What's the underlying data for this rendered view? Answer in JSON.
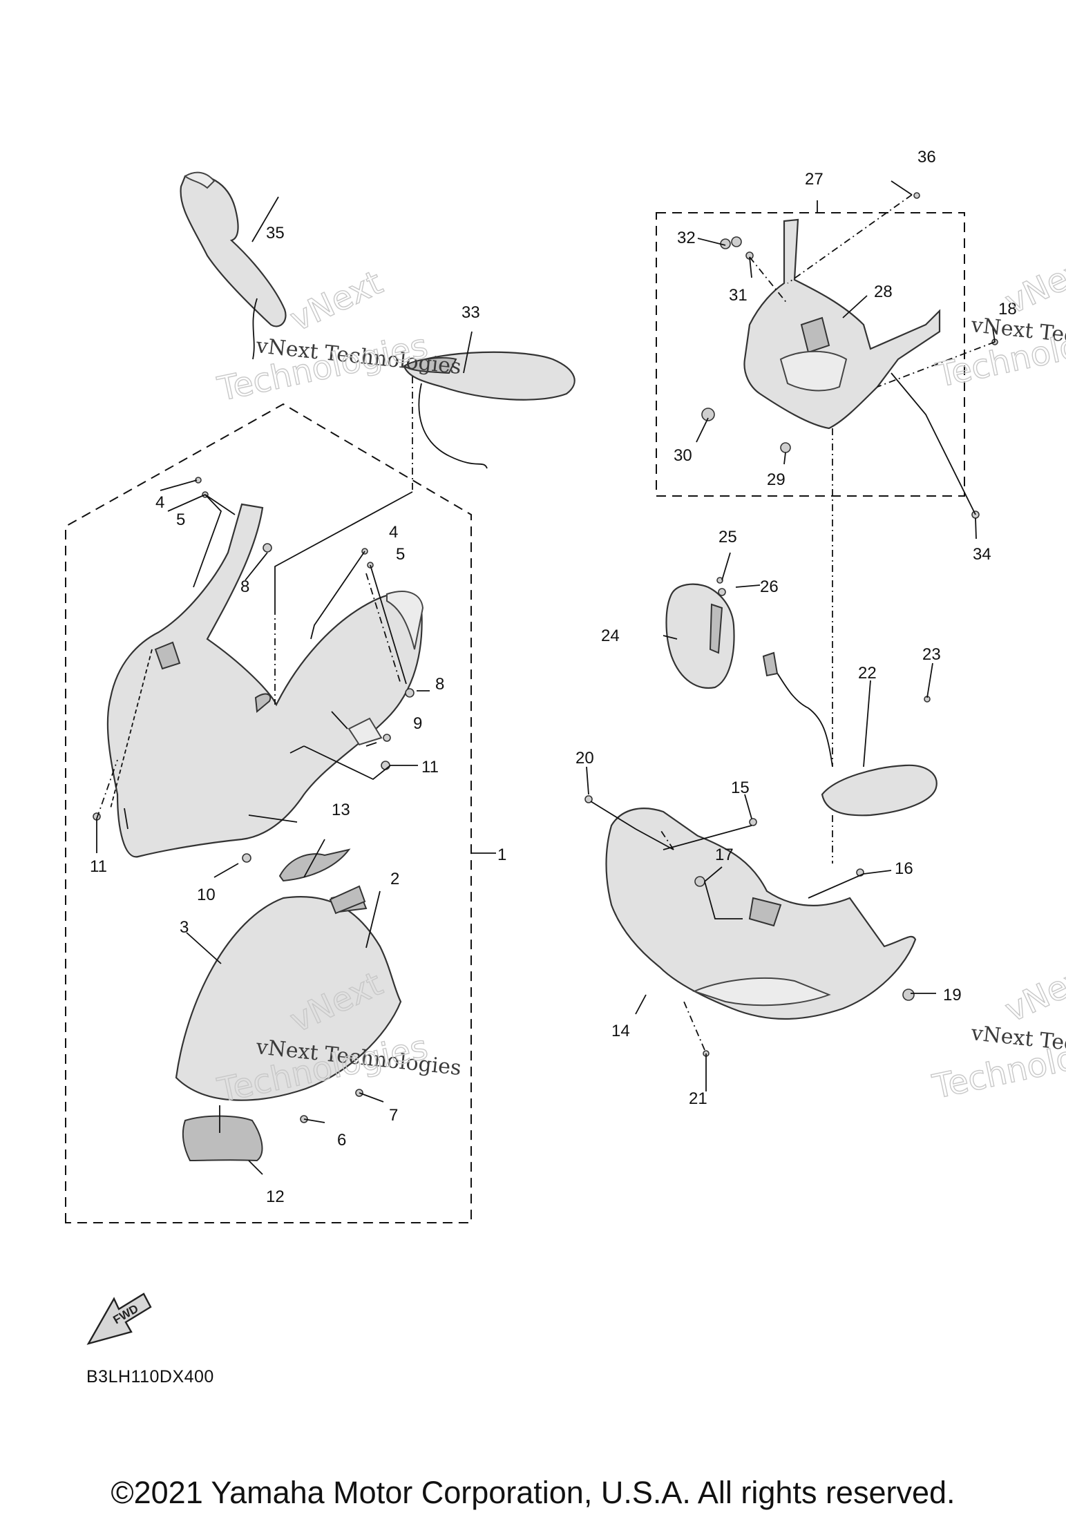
{
  "diagram": {
    "callouts": {
      "c1": "1",
      "c2": "2",
      "c3": "3",
      "c4a": "4",
      "c4b": "4",
      "c5a": "5",
      "c5b": "5",
      "c6": "6",
      "c7": "7",
      "c8a": "8",
      "c8b": "8",
      "c9": "9",
      "c10": "10",
      "c11a": "11",
      "c11b": "11",
      "c12": "12",
      "c13": "13",
      "c14": "14",
      "c15": "15",
      "c16": "16",
      "c17": "17",
      "c18": "18",
      "c19": "19",
      "c20": "20",
      "c21": "21",
      "c22": "22",
      "c23": "23",
      "c24": "24",
      "c25": "25",
      "c26": "26",
      "c27": "27",
      "c28": "28",
      "c29": "29",
      "c30": "30",
      "c31": "31",
      "c32": "32",
      "c33": "33",
      "c34": "34",
      "c35": "35",
      "c36": "36"
    },
    "watermark": {
      "line1": "vNext Technologies",
      "line2": "vNext",
      "line3": "Technologies"
    },
    "fwd_badge": "FWD",
    "diagram_code": "B3LH110DX400"
  },
  "footer": {
    "copyright": "©2021 Yamaha Motor Corporation, U.S.A. All rights reserved."
  }
}
